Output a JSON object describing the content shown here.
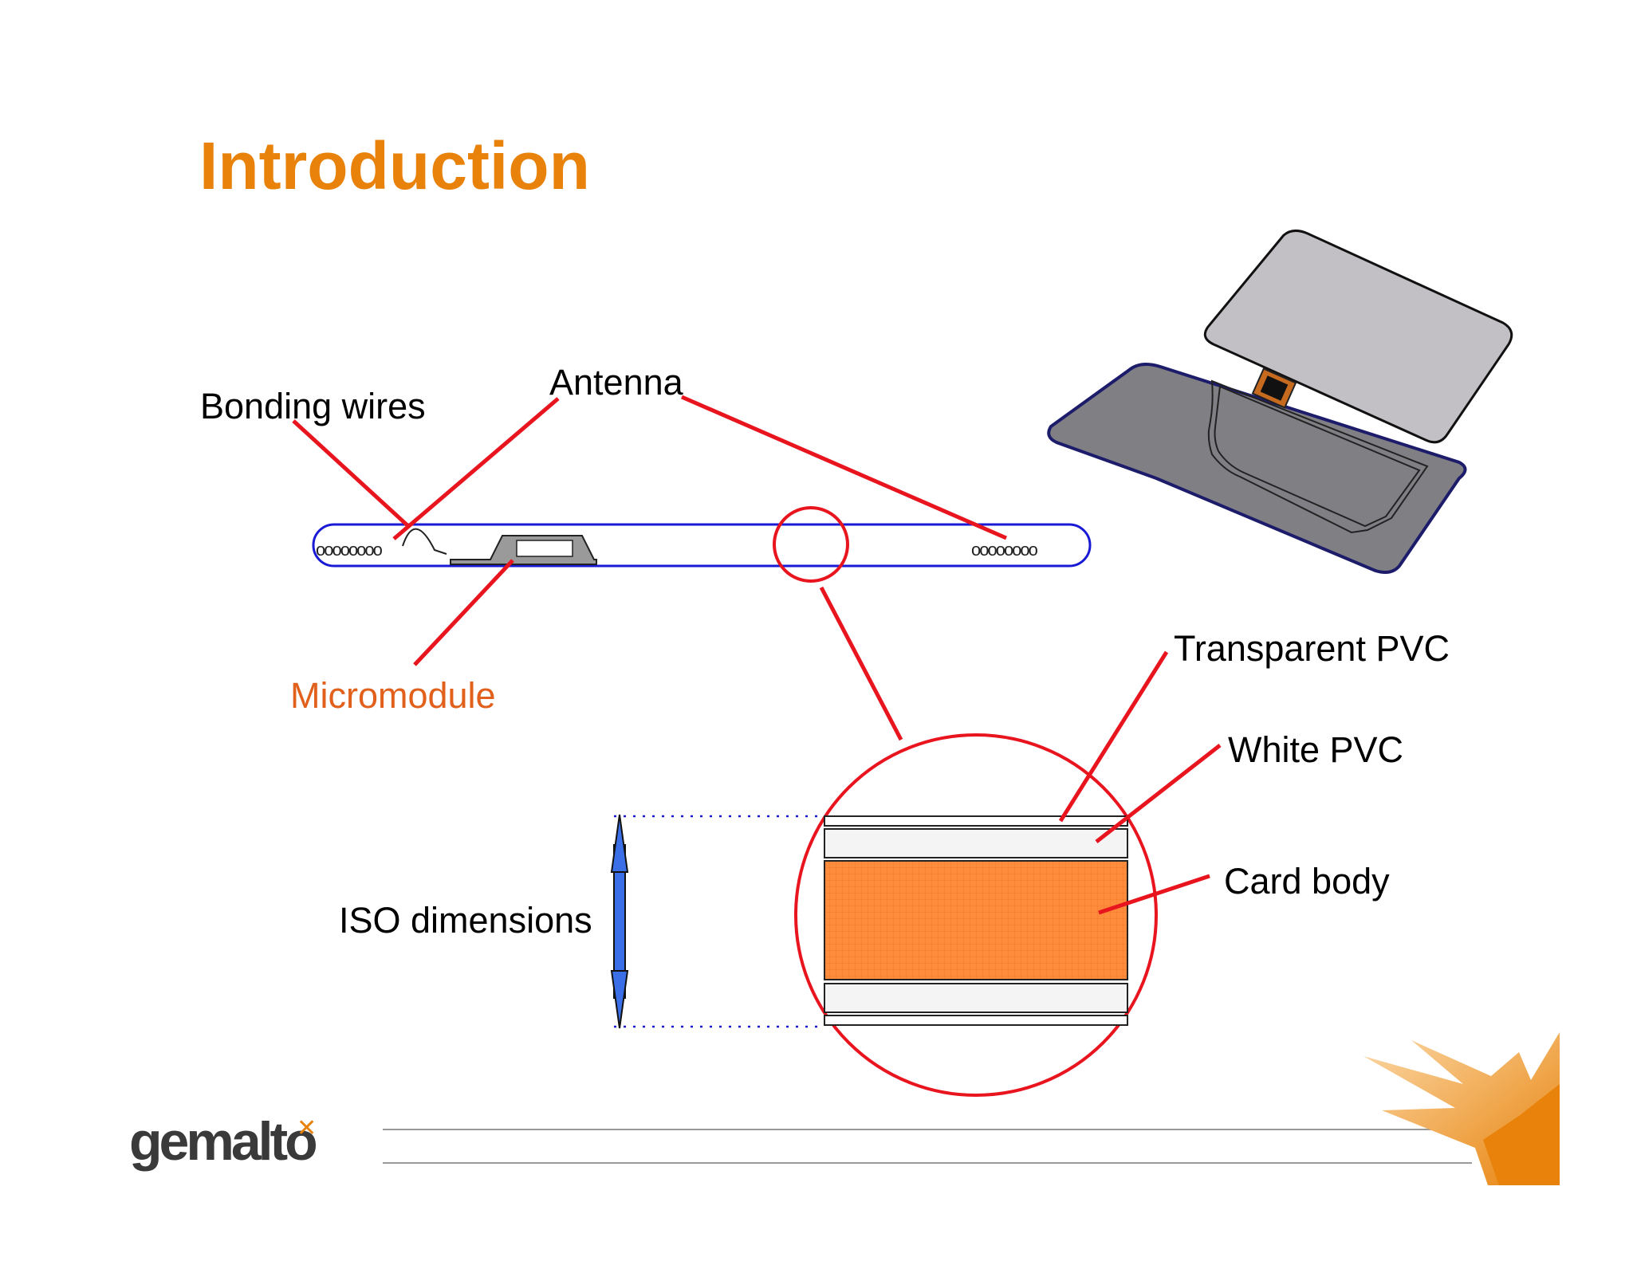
{
  "slide": {
    "title": "Introduction"
  },
  "labels": {
    "bonding_wires": "Bonding wires",
    "antenna": "Antenna",
    "micromodule": "Micromodule",
    "transparent_pvc": "Transparent PVC",
    "white_pvc": "White PVC",
    "card_body": "Card body",
    "iso_dimensions": "ISO dimensions"
  },
  "footer": {
    "logo_text": "gemalto",
    "logo_mark": "✕"
  },
  "colors": {
    "title": "#e8820a",
    "leader_lines": "#e8141e",
    "card_outline": "#1a1ad6",
    "card_body_fill": "#ff8c3c",
    "arrow": "#3a6fe8",
    "micromodule_label": "#e0601c"
  }
}
